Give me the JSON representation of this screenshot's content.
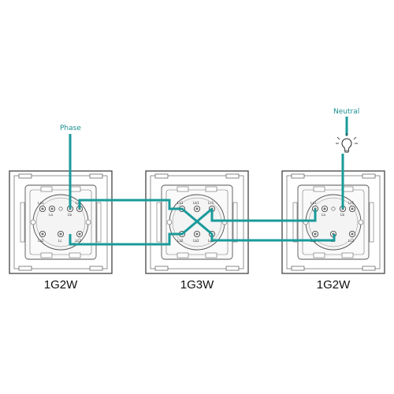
{
  "labels": {
    "phase": "Phase",
    "neutral": "Neutral"
  },
  "switches": [
    {
      "name": "1G2W",
      "terminals_top": [
        "La1",
        "La",
        "Lb",
        "Lc1"
      ],
      "terminals_bottom": [
        "La2",
        "Lc",
        "Lc2"
      ]
    },
    {
      "name": "1G3W",
      "terminals_top": [
        "La1",
        "Lb1",
        "Lc1"
      ],
      "terminals_bottom": [
        "La2",
        "Lb2",
        "Lc2"
      ]
    },
    {
      "name": "1G2W",
      "terminals_top": [
        "La1",
        "La",
        "Lb",
        "Lc1"
      ],
      "terminals_bottom": [
        "La2",
        "Lc",
        "Lc2"
      ]
    }
  ],
  "colors": {
    "wire": "#1a9a9a",
    "frame": "#444444",
    "label": "#1a8f8f",
    "text": "#111111"
  },
  "icons": {
    "lamp": "light-bulb-icon"
  }
}
